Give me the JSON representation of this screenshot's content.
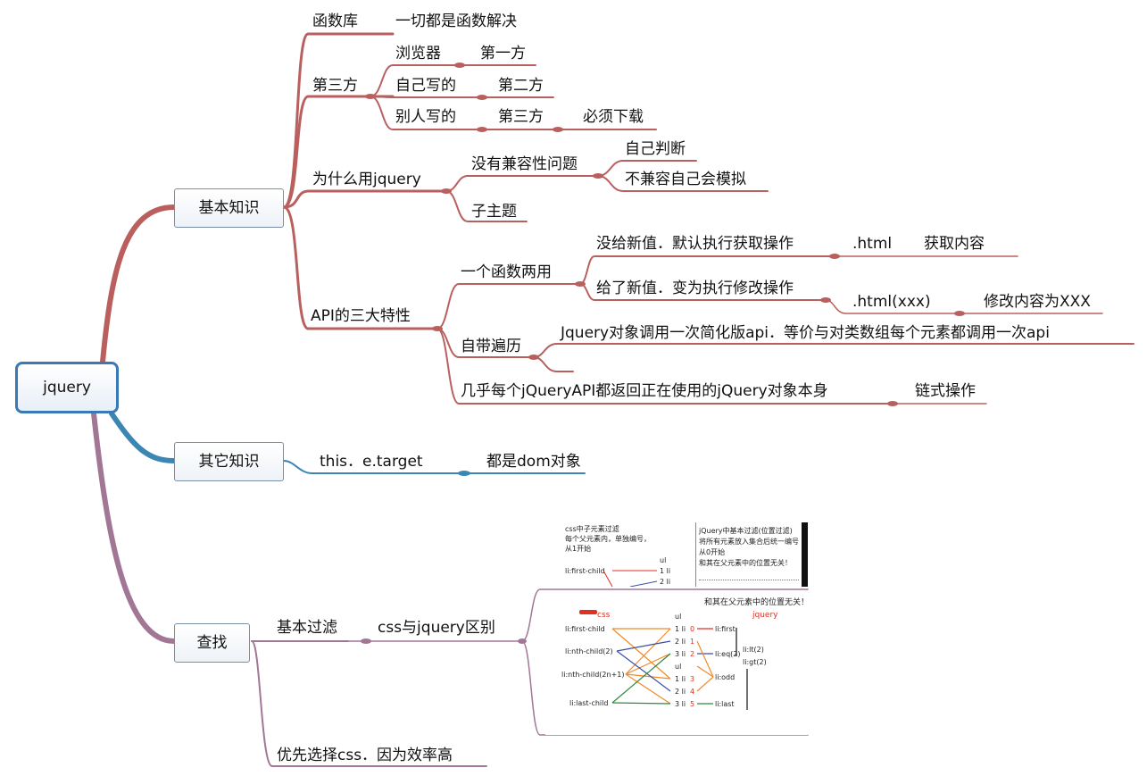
{
  "root": {
    "label": "jquery"
  },
  "branches": {
    "basic": {
      "label": "基本知识",
      "items": {
        "funclib": {
          "label": "函数库",
          "detail": "一切都是函数解决"
        },
        "third": {
          "label": "第三方",
          "rows": [
            {
              "a": "浏览器",
              "b": "第一方"
            },
            {
              "a": "自己写的",
              "b": "第二方"
            },
            {
              "a": "别人写的",
              "b": "第三方",
              "c": "必须下载"
            }
          ]
        },
        "why": {
          "label": "为什么用jquery",
          "compat": {
            "label": "没有兼容性问题",
            "children": [
              "自己判断",
              "不兼容自己会模拟"
            ]
          },
          "sub": "子主题"
        },
        "api": {
          "label": "API的三大特性",
          "one": {
            "label": "一个函数两用",
            "get": {
              "label": "没给新值．默认执行获取操作",
              "code": ".html",
              "result": "获取内容"
            },
            "set": {
              "label": "给了新值．变为执行修改操作",
              "code": ".html(xxx)",
              "result": "修改内容为XXX"
            }
          },
          "iter": {
            "label": "自带遍历",
            "detail": "Jquery对象调用一次简化版api．等价与对类数组每个元素都调用一次api"
          },
          "chain": {
            "label": "几乎每个jQueryAPI都返回正在使用的jQuery对象本身",
            "detail": "链式操作"
          }
        }
      }
    },
    "other": {
      "label": "其它知识",
      "item": "this．e.target",
      "detail": "都是dom对象"
    },
    "find": {
      "label": "查找",
      "basic_filter": "基本过滤",
      "compare": "css与jquery区别",
      "prefer": "优先选择css．因为效率高"
    }
  },
  "images": {
    "top": {
      "left_title": "css中子元素过滤",
      "left_line2": "每个父元素内，单独编号，",
      "left_line3": "从1开始",
      "right_title": "jQuery中基本过滤(位置过滤)",
      "right_line2": "将所有元素放入集合后统一编号",
      "right_line3": "从0开始",
      "right_line4": "和其在父元素中的位置无关！",
      "first_child": "li:first-child",
      "ul": "ul",
      "li1": "1 li",
      "li2": "2 li"
    },
    "main": {
      "note": "和其在父元素中的位置无关！",
      "css": "css",
      "jquery": "jquery",
      "left_labels": [
        "li:first-child",
        "li:nth-child(2)",
        "li:nth-child(2n+1)",
        "li:last-child"
      ],
      "ul": "ul",
      "li_labels": [
        "1 li",
        "2 li",
        "3 li",
        "1 li",
        "2 li",
        "3 li"
      ],
      "indexes": [
        "0",
        "1",
        "2",
        "3",
        "4",
        "5"
      ],
      "right_labels": [
        "li:first",
        "li:eq(2)",
        "li:odd",
        "li:last"
      ],
      "range_labels": [
        "li:lt(2)",
        "li:gt(2)"
      ]
    }
  },
  "colors": {
    "basic": "#b9605f",
    "other": "#3c86b3",
    "find": "#a27695",
    "root_border": "#3a78b6",
    "orange": "#f08a2a",
    "blue": "#3b4fa8",
    "green": "#2e8a3e",
    "red": "#e03020"
  }
}
